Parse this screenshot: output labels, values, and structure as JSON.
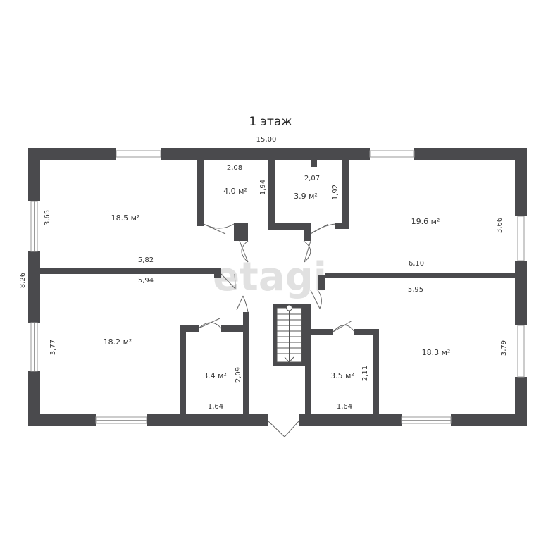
{
  "plan": {
    "title": "1 этаж",
    "watermark": "etagi",
    "wall_color": "#4a4a4d",
    "overall": {
      "width": "15,00",
      "depth": "8,26"
    },
    "rooms": [
      {
        "id": "nw-room",
        "area": "18.5 м²",
        "dim_h": "5,82",
        "dim_v": "3,65"
      },
      {
        "id": "closet-left",
        "area": "4.0 м²",
        "dim_h": "2,08",
        "dim_v": "1,94"
      },
      {
        "id": "closet-right",
        "area": "3.9 м²",
        "dim_h": "2,07",
        "dim_v": "1,92"
      },
      {
        "id": "ne-room",
        "area": "19.6 м²",
        "dim_h": "6,10",
        "dim_v": "3,66"
      },
      {
        "id": "sw-room",
        "area": "18.2 м²",
        "dim_h": "5,94",
        "dim_v": "3,77"
      },
      {
        "id": "bath-left",
        "area": "3.4 м²",
        "dim_h": "1,64",
        "dim_v": "2,09"
      },
      {
        "id": "bath-right",
        "area": "3.5 м²",
        "dim_h": "1,64",
        "dim_v": "2,11"
      },
      {
        "id": "se-room",
        "area": "18.3 м²",
        "dim_h": "5,95",
        "dim_v": "3,79"
      }
    ]
  }
}
